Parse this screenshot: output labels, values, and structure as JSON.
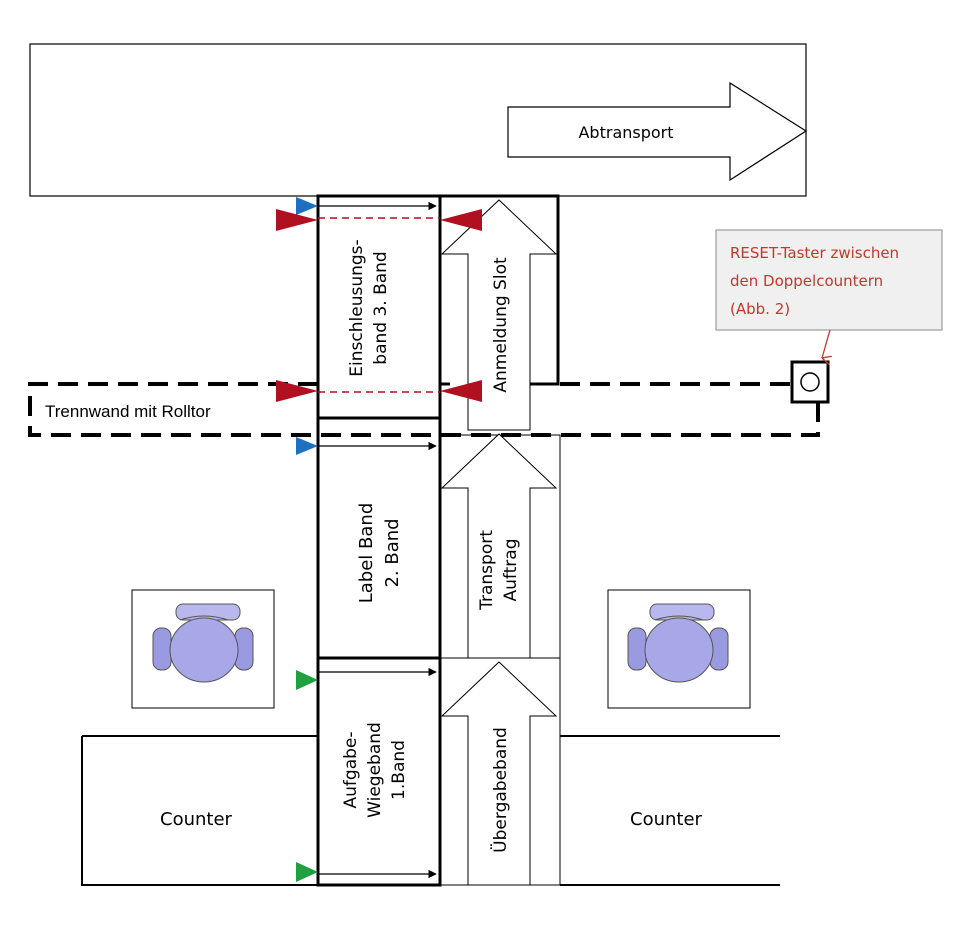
{
  "labels": {
    "abtransport": "Abtransport",
    "einschleusung_line1": "Einschleusungs-",
    "einschleusung_line2": "band  3. Band",
    "anmeldung": "Anmeldung Slot",
    "trennwand": "Trennwand mit Rolltor",
    "label_band_line1": "Label Band",
    "label_band_line2": "2. Band",
    "transport_line1": "Transport",
    "transport_line2": "Auftrag",
    "aufgabe_line1": "Aufgabe-",
    "aufgabe_line2": "Wiegeband",
    "aufgabe_line3": "1.Band",
    "uebergabe": "Übergabeband",
    "counter_left": "Counter",
    "counter_right": "Counter"
  },
  "reset_note": {
    "line1": "RESET-Taster zwischen",
    "line2": "den Doppelcountern",
    "line3": "(Abb. 2)"
  },
  "colors": {
    "sensor_blue": "#1f6fc0",
    "sensor_red": "#b01020",
    "sensor_green": "#20a040",
    "note_text": "#c0392b",
    "note_fill": "#f0f0f0",
    "chair_fill": "#a8a8e8"
  }
}
